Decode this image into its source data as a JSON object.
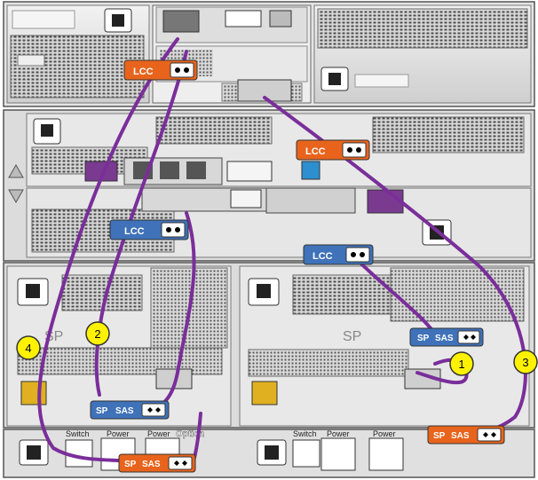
{
  "labels": {
    "lcc": "LCC",
    "sp": "SP",
    "sas": "SAS",
    "sp_mark": "SP",
    "switch": "Switch",
    "power": "Power",
    "option": "Option",
    "callout_1": "1",
    "callout_2": "2",
    "callout_3": "3",
    "callout_4": "4"
  },
  "colors": {
    "cable": "#7a2e9a",
    "lcc_orange": "#e8641c",
    "lcc_blue": "#3f72b8",
    "callout_fill": "#fff200",
    "chassis_light": "#e8e8e8",
    "chassis_dark": "#bdbdbd",
    "port_highlight": "#7a3a90"
  },
  "icons": [
    "power-inlet-icon",
    "fan-grille-icon",
    "port-dots-icon"
  ]
}
